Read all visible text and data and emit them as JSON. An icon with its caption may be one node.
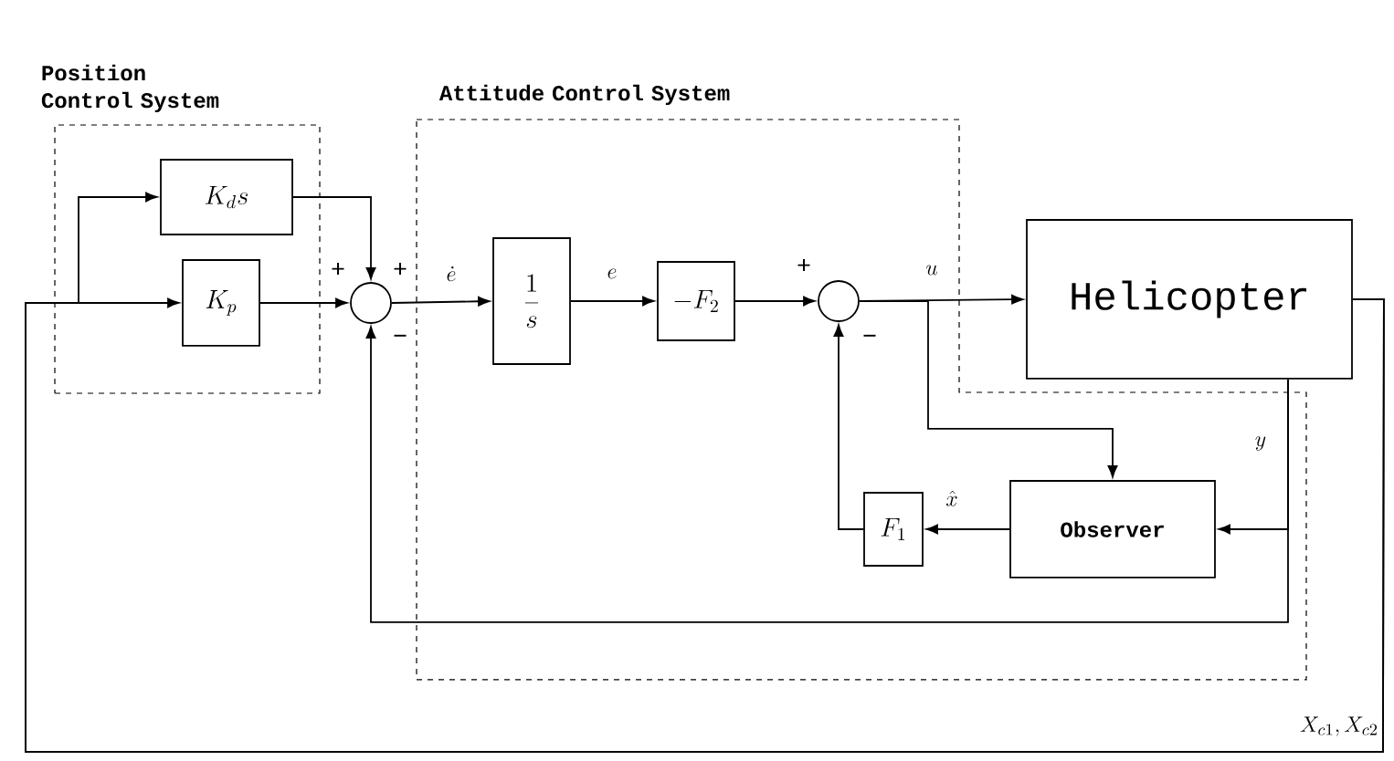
{
  "diagram": {
    "nodes": [
      {
        "text": [
          "Position Control System"
        ]
      },
      {
        "text": [
          "K_{d}s"
        ],
        "in": 0
      },
      {
        "text": [
          "K_{p}"
        ],
        "in": 0
      },
      {
        "text": [
          "Attitude Control System"
        ]
      },
      {
        "text": [],
        "shape": "circle"
      },
      {
        "text": [
          "\\frac{1}{s}"
        ],
        "in": 3
      },
      {
        "text": [
          "-F_{2}"
        ],
        "in": 3
      },
      {
        "text": [],
        "shape": "circle",
        "in": 3
      },
      {
        "text": [
          "Helicopter"
        ]
      },
      {
        "text": [
          "Observer"
        ],
        "in": 3
      },
      {
        "text": [
          "F_{1}"
        ],
        "in": 3
      }
    ],
    "edges": [
      {
        "from": 8,
        "to": 2,
        "arrow": "to",
        "label": "X_{c1}, X_{c2}"
      },
      {
        "from": 8,
        "to": 1,
        "arrow": "to"
      },
      {
        "from": 1,
        "to": 4,
        "arrow": "to"
      },
      {
        "from": 2,
        "to": 4,
        "arrow": "to"
      },
      {
        "from": 4,
        "to": 5,
        "arrow": "to",
        "label": "\\dot{e}"
      },
      {
        "from": 5,
        "to": 6,
        "arrow": "to",
        "label": "e"
      },
      {
        "from": 6,
        "to": 7,
        "arrow": "to"
      },
      {
        "from": 7,
        "to": 8,
        "arrow": "to",
        "label": "u"
      },
      {
        "from": 7,
        "to": 9,
        "arrow": "to"
      },
      {
        "from": 8,
        "to": 4,
        "arrow": "to"
      },
      {
        "from": 8,
        "to": 9,
        "arrow": "to",
        "label": "y"
      },
      {
        "from": 9,
        "to": 10,
        "arrow": "to",
        "label": "\\hat{x}"
      },
      {
        "from": 10,
        "to": 7,
        "arrow": "to"
      }
    ],
    "labels": [
      "+",
      "+",
      "−",
      "+",
      "−"
    ]
  }
}
